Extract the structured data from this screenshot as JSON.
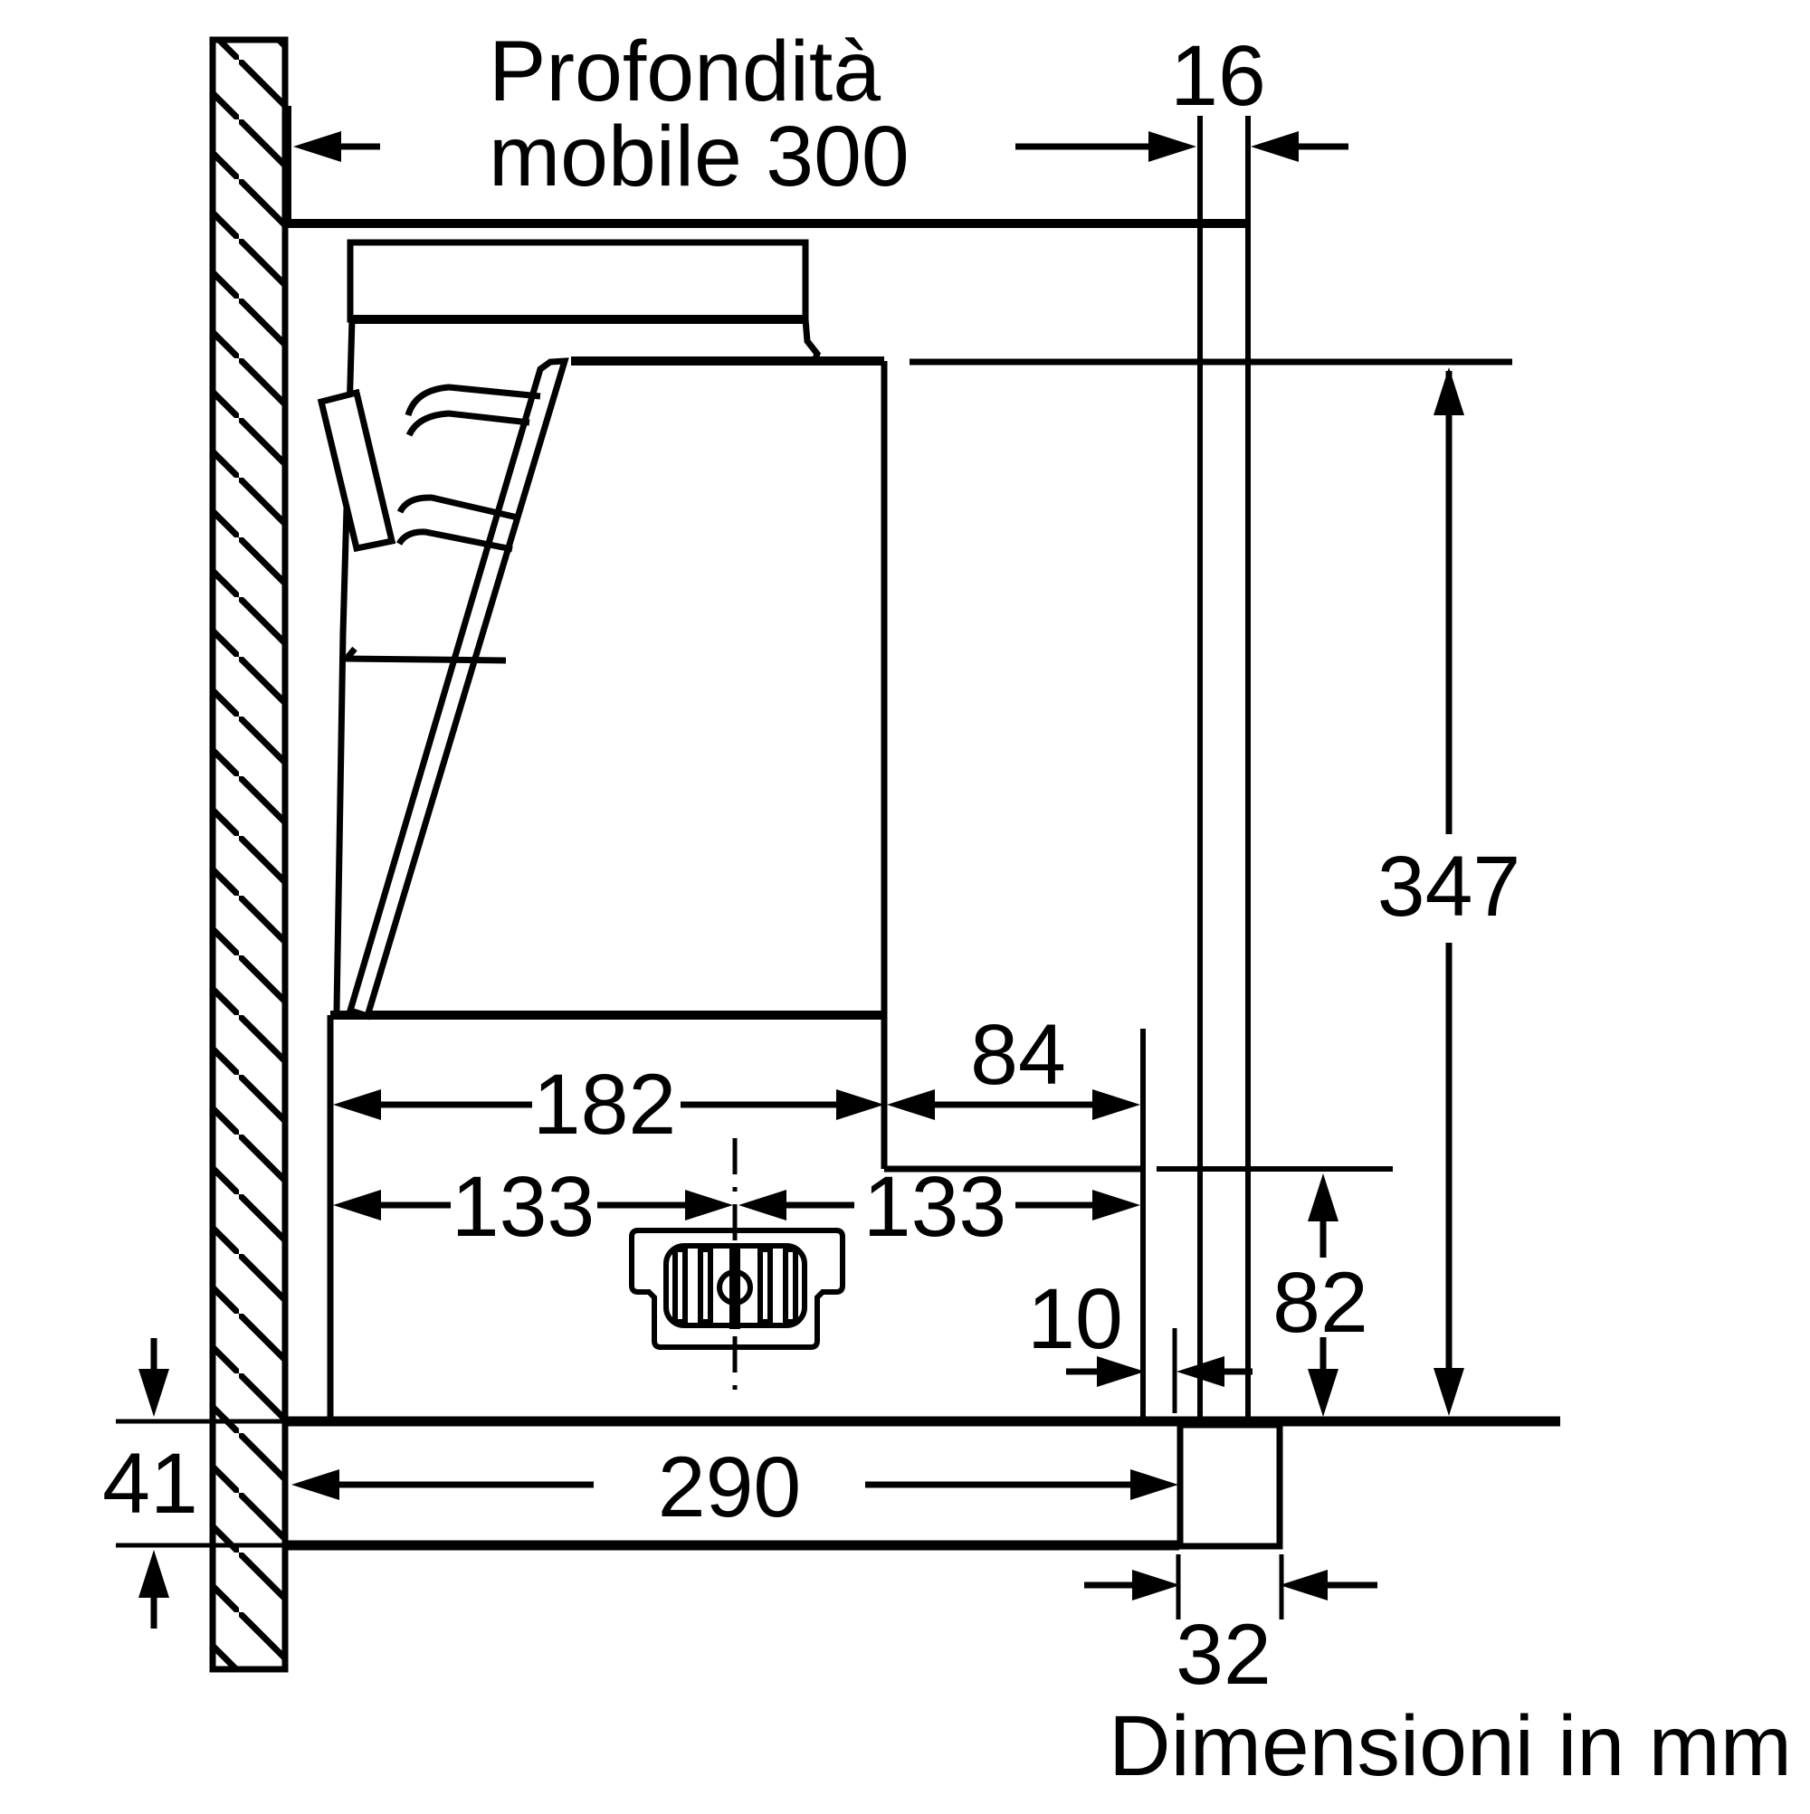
{
  "page": {
    "background": "#ffffff",
    "line_color": "#000000",
    "footer_note": "Dimensioni in mm"
  },
  "labels": {
    "depth_line1": "Profondità",
    "depth_line2": "mobile 300",
    "panel_thickness_16": "16",
    "height_347": "347",
    "width_182": "182",
    "overhang_84": "84",
    "center_left_133": "133",
    "center_right_133": "133",
    "gap_10": "10",
    "height_82": "82",
    "depth_290": "290",
    "worktop_41": "41",
    "rail_32": "32"
  }
}
